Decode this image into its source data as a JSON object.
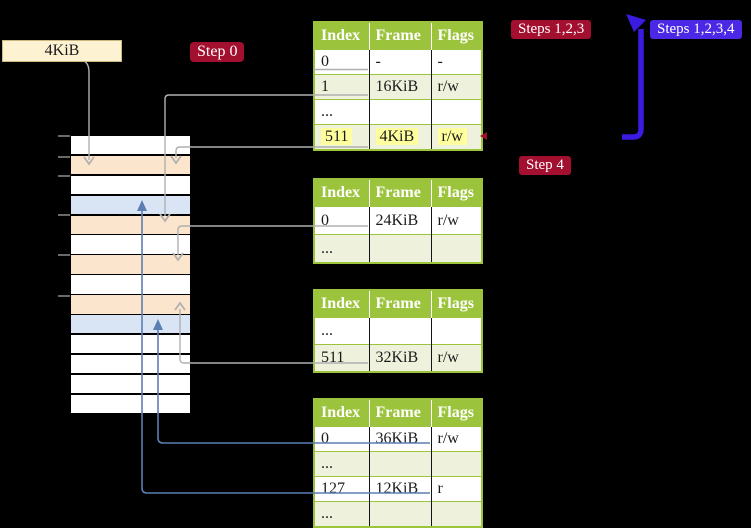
{
  "colors": {
    "green": "#9bc43c",
    "lightGreen": "#eef2dc",
    "peach": "#fce5cd",
    "lightBlue": "#d9e5f4",
    "cream": "#fdf2d2",
    "creamBorder": "#c9b97e",
    "darkRed": "#a30f2e",
    "violet": "#3a1ce0",
    "violetBox": "#4a28e6",
    "grayLine": "#b0b0b0",
    "blueLine": "#5b7fb3",
    "textDark": "#1a1a1a",
    "yellowHighlight": "#ffff9e",
    "colBorder": "#141414",
    "tickGray": "#8c8c8c"
  },
  "labels": {
    "page_size": "4KiB",
    "step0": "Step 0",
    "steps123": "Steps 1,2,3",
    "steps1234": "Steps 1,2,3,4",
    "step4": "Step 4"
  },
  "memory_stack": {
    "rows": [
      "white",
      "peach",
      "white",
      "blue",
      "peach",
      "white",
      "peach",
      "white",
      "peach",
      "blue",
      "white",
      "white",
      "white",
      "white"
    ]
  },
  "tables": [
    {
      "headers": [
        "Index",
        "Frame",
        "Flags"
      ],
      "rows": [
        {
          "cells": [
            "0",
            "-",
            "-"
          ],
          "shade": "white"
        },
        {
          "cells": [
            "1",
            "16KiB",
            "r/w"
          ],
          "shade": "green"
        },
        {
          "cells": [
            "...",
            "",
            ""
          ],
          "shade": "white"
        },
        {
          "cells": [
            "511",
            "4KiB",
            "r/w"
          ],
          "shade": "green",
          "highlight": true
        }
      ]
    },
    {
      "headers": [
        "Index",
        "Frame",
        "Flags"
      ],
      "rows": [
        {
          "cells": [
            "0",
            "24KiB",
            "r/w"
          ],
          "shade": "white"
        },
        {
          "cells": [
            "...",
            "",
            ""
          ],
          "shade": "green"
        }
      ]
    },
    {
      "headers": [
        "Index",
        "Frame",
        "Flags"
      ],
      "rows": [
        {
          "cells": [
            "...",
            "",
            ""
          ],
          "shade": "white"
        },
        {
          "cells": [
            "511",
            "32KiB",
            "r/w"
          ],
          "shade": "green"
        }
      ]
    },
    {
      "headers": [
        "Index",
        "Frame",
        "Flags"
      ],
      "rows": [
        {
          "cells": [
            "0",
            "36KiB",
            "r/w"
          ],
          "shade": "white"
        },
        {
          "cells": [
            "...",
            "",
            ""
          ],
          "shade": "green"
        },
        {
          "cells": [
            "127",
            "12KiB",
            "r"
          ],
          "shade": "white"
        },
        {
          "cells": [
            "...",
            "",
            ""
          ],
          "shade": "green"
        }
      ]
    }
  ]
}
